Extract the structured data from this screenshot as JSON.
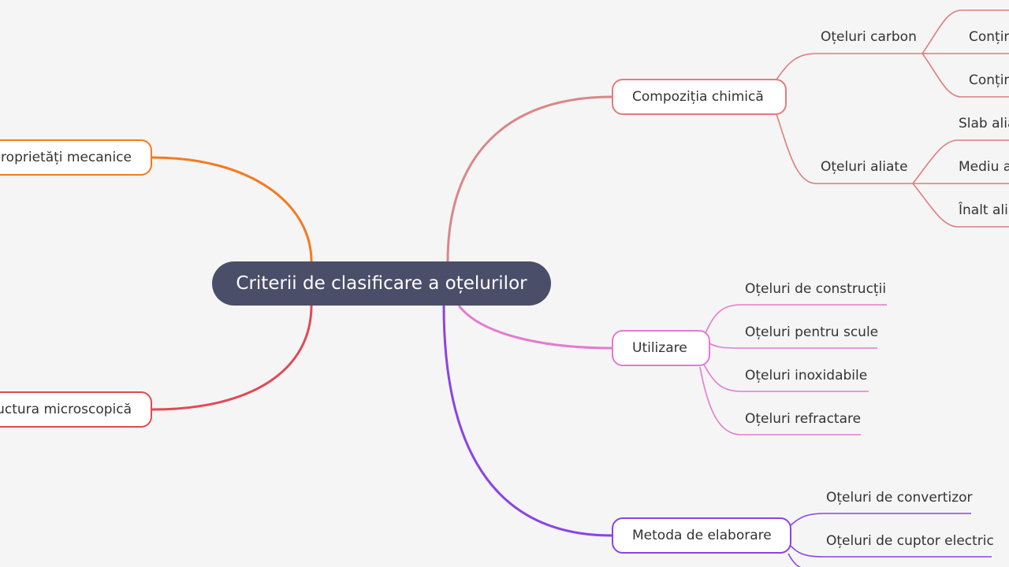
{
  "root": {
    "label": "Criterii de clasificare a oțelurilor"
  },
  "colors": {
    "background": "#f5f5f5",
    "root": "#4a4e69",
    "compozitia": "#df7d7d",
    "utilizare": "#e57ad0",
    "metoda": "#8a43e8",
    "proprietati": "#f57a1f",
    "structura": "#e04a55"
  },
  "branches": {
    "compozitia": {
      "label": "Compoziția chimică",
      "carbon": {
        "label": "Oțeluri carbon",
        "children": [
          "Conțin",
          "Conțin"
        ]
      },
      "aliate": {
        "label": "Oțeluri aliate",
        "children": [
          "Slab alia",
          "Mediu a",
          "Înalt alia"
        ]
      }
    },
    "utilizare": {
      "label": "Utilizare",
      "children": [
        "Oțeluri de construcții",
        "Oțeluri pentru scule",
        "Oțeluri inoxidabile",
        "Oțeluri refractare"
      ]
    },
    "metoda": {
      "label": "Metoda de elaborare",
      "children": [
        "Oțeluri de convertizor",
        "Oțeluri de cuptor electric"
      ]
    },
    "proprietati": {
      "label": "roprietăți mecanice"
    },
    "structura": {
      "label": "uctura microscopică"
    }
  }
}
